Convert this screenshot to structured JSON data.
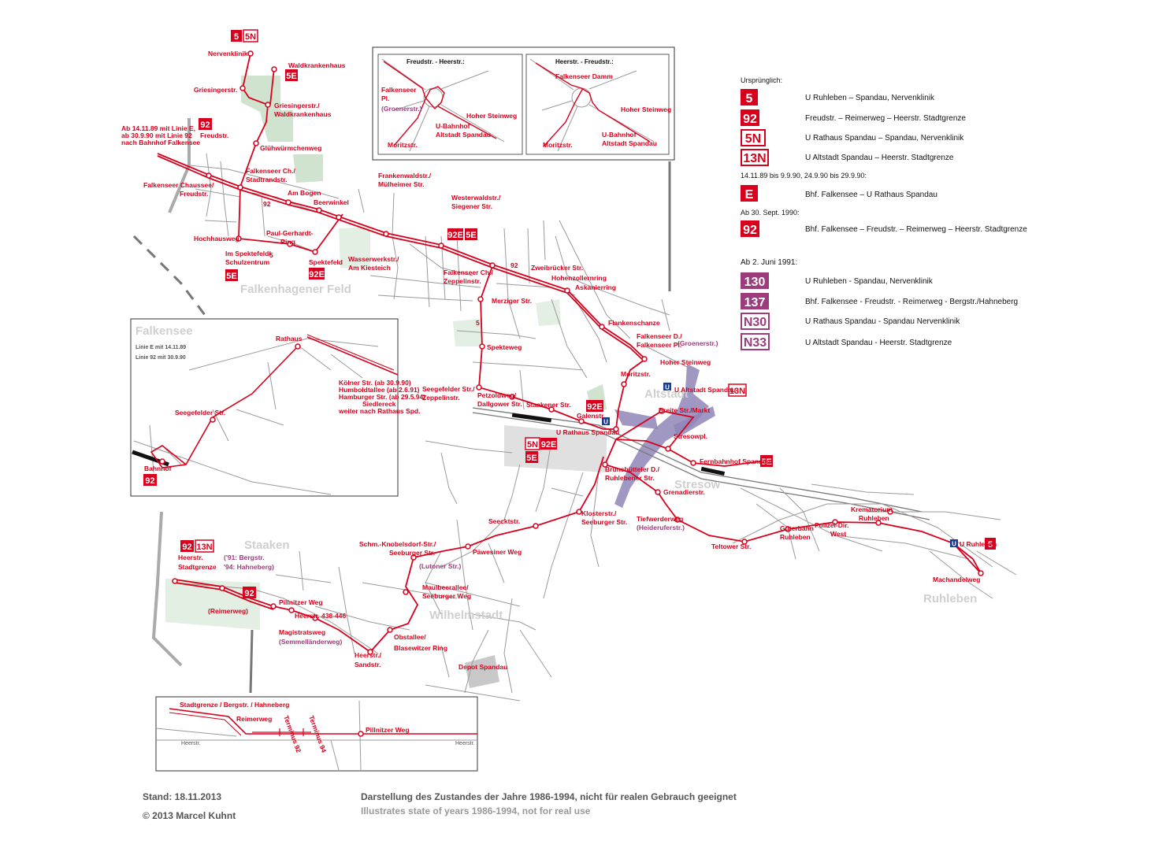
{
  "colors": {
    "route": "#d8001c",
    "purple": "#9c3c7c",
    "street": "#9a9a9a",
    "park": "#cfe3cf",
    "water": "#8f86b8",
    "district": "#cfcfcf"
  },
  "districts": [
    "Falkenhagener Feld",
    "Staaken",
    "Wilhelmstadt",
    "Altstadt",
    "Stresow",
    "Ruhleben"
  ],
  "stops": {
    "nervenklinik": "Nervenklinik",
    "waldkrankenhaus": "Waldkrankenhaus",
    "griesingerstr": "Griesingerstr.",
    "griesingerstr_wald_1": "Griesingerstr./",
    "griesingerstr_wald_2": "Waldkrankenhaus",
    "freudstr": "Freudstr.",
    "gluehwuermchenweg": "Glühwürmchenweg",
    "falkenseer_ch_1": "Falkenseer Chaussee/",
    "falkenseer_ch_2": "Freudstr.",
    "falkenseer_stadt_1": "Falkenseer Ch./",
    "falkenseer_stadt_2": "Stadtrandstr.",
    "am_bogen": "Am Bogen",
    "beerwinkel": "Beerwinkel",
    "frankenwald_1": "Frankenwaldstr./",
    "frankenwald_2": "Mülheimer Str.",
    "westerwald_1": "Westerwaldstr./",
    "westerwald_2": "Siegener Str.",
    "hochhausweg": "Hochhausweg",
    "paul_gerhardt_1": "Paul-Gerhardt-",
    "paul_gerhardt_2": "Ring",
    "im_spekte_1": "Im Spektefeld/",
    "im_spekte_2": "Schulzentrum",
    "spektefeld": "Spektefeld",
    "wasserwerk_1": "Wasserwerkstr./",
    "wasserwerk_2": "Am Kiesteich",
    "falkenseer_zepp_1": "Falkenseer Ch./",
    "falkenseer_zepp_2": "Zeppelinstr.",
    "zweibruecker": "Zweibrücker Str.",
    "hohenzollernring": "Hohenzollernring",
    "askanierring": "Askanierring",
    "merziger": "Merziger Str.",
    "flankenschanze": "Flankenschanze",
    "spekteweg": "Spekteweg",
    "falkenseer_pl_1": "Falkenseer D./",
    "falkenseer_pl_2": "Falkenseer Pl.",
    "groenerstr": "(Groenerstr.)",
    "hoher_steinweg": "Hoher Steinweg",
    "moritzstr": "Moritzstr.",
    "u_altstadt": "U Altstadt Spandau",
    "seegefelder_1": "Seegefelder Str./",
    "seegefelder_2": "Zeppelinstr.",
    "petzoldweg_1": "Petzoldweg/",
    "petzoldweg_2": "Dallgower Str.",
    "staakener": "Staakener Str.",
    "galenstr": "Galenstr.",
    "u_rathaus": "U Rathaus Spandau",
    "breite_str": "Breite Str./Markt",
    "stresowpl": "Stresowpl.",
    "fernbahnhof": "Fernbahnhof Spandau",
    "brunsbuetteler_1": "Brunsbütteler D./",
    "brunsbuetteler_2": "Ruhlebener Str.",
    "grenadierstr": "Grenadierstr.",
    "tiefwerder_1": "Tiefwerderweg",
    "tiefwerder_2": "(Heideruferstr.)",
    "teltower": "Teltower Str.",
    "gueterbahn_1": "Güterbahn",
    "gueterbahn_2": "Ruhleben",
    "polizei_1": "Polizei-Dir.",
    "polizei_2": "West",
    "krematorium_1": "Krematorium",
    "krematorium_2": "Ruhleben",
    "u_ruhleben": "U Ruhleben",
    "machandelweg": "Machandelweg",
    "klosterstr_1": "Klosterstr./",
    "klosterstr_2": "Seeburger Str.",
    "seeckt": "Seecktstr.",
    "schm_1": "Schm.-Knobelsdorf-Str./",
    "schm_2": "Seeburger Str.",
    "paewesiner": "Päwesiner Weg",
    "lutoner": "(Lutoner Str.)",
    "maulbeer_1": "Maulbeerallee/",
    "maulbeer_2": "Seeburger Weg",
    "obstallee_1": "Obstallee/",
    "obstallee_2": "Blasewitzer Ring",
    "heerstr_sand_1": "Heerstr./",
    "heerstr_sand_2": "Sandstr.",
    "magistrats_1": "Magistratsweg",
    "magistrats_2": "(Semmelländerweg)",
    "heerstr_438": "Heerstr. 438-446",
    "pillnitzer": "Pillnitzer Weg",
    "reimerweg": "(Reimerweg)",
    "heerstr_stadt_1": "Heerstr.",
    "heerstr_stadt_2": "Stadtgrenze",
    "bergstr_1": "('91: Bergstr.",
    "bergstr_2": "'94: Hahneberg)",
    "depot": "Depot Spandau"
  },
  "note_e92": [
    "Ab 14.11.89 mit Linie E,",
    "ab 30.9.90 mit Linie 92",
    "nach Bahnhof Falkensee"
  ],
  "inset_falkensee": {
    "title": "Falkensee",
    "notes": [
      "Linie E mit 14.11.89",
      "Linie 92 mit 30.9.90"
    ],
    "rathaus": "Rathaus",
    "seegefelder": "Seegefelder Str.",
    "bahnhof": "Bahnhof",
    "badge": "92",
    "right_notes": [
      "Kölner Str. (ab 30.9.90)",
      "Humboldtallee (ab 2.6.91)",
      "Hamburger Str. (ab 29.5.94)",
      "Siedlereck",
      "weiter nach Rathaus Spd."
    ]
  },
  "inset_top": {
    "left_title": "Freudstr. - Heerstr.:",
    "right_title": "Heerstr. - Freudstr.:",
    "falkenseer_pl_1": "Falkenseer",
    "falkenseer_pl_2": "Pl.",
    "groenerstr": "(Groenerstr.)",
    "hoher_steinweg": "Hoher Steinweg",
    "u_bahnhof_1": "U-Bahnhof",
    "u_bahnhof_2": "Altstadt Spandau",
    "moritzstr": "Moritzstr.",
    "falkenseer_damm": "Falkenseer Damm"
  },
  "inset_bottom": {
    "top_label": "Stadtgrenze / Bergstr. / Hahneberg",
    "reimerweg": "Reimerweg",
    "terminus92": "Terminus 92",
    "terminus94": "Terminus 94",
    "pillnitzer": "Pillnitzer Weg",
    "heerstr": "Heerstr."
  },
  "legend": {
    "original_title": "Ursprünglich:",
    "rows_original": [
      {
        "badge": "5",
        "style": "filled",
        "text": "U Ruhleben – Spandau, Nervenklinik"
      },
      {
        "badge": "92",
        "style": "filled",
        "text": "Freudstr. – Reimerweg – Heerstr. Stadtgrenze"
      },
      {
        "badge": "5N",
        "style": "outline",
        "text": "U Rathaus Spandau – Spandau, Nervenklinik"
      },
      {
        "badge": "13N",
        "style": "outline",
        "text": "U Altstadt Spandau – Heerstr. Stadtgrenze"
      }
    ],
    "period_e": "14.11.89 bis 9.9.90, 24.9.90 bis 29.9.90:",
    "row_e": {
      "badge": "E",
      "style": "filled",
      "text": "Bhf. Falkensee – U Rathaus Spandau"
    },
    "period_92": "Ab 30. Sept. 1990:",
    "row_92": {
      "badge": "92",
      "style": "filled",
      "text": "Bhf. Falkensee – Freudstr. – Reimerweg – Heerstr. Stadtgrenze"
    },
    "period_1991": "Ab 2. Juni 1991:",
    "rows_1991": [
      {
        "badge": "130",
        "style": "purple",
        "text": "U Ruhleben - Spandau, Nervenklinik"
      },
      {
        "badge": "137",
        "style": "purple",
        "text": "Bhf. Falkensee - Freudstr. - Reimerweg - Bergstr./Hahneberg"
      },
      {
        "badge": "N30",
        "style": "purple-outline",
        "text": "U Rathaus Spandau - Spandau Nervenklinik"
      },
      {
        "badge": "N33",
        "style": "purple-outline",
        "text": "U Altstadt Spandau - Heerstr. Stadtgrenze"
      }
    ]
  },
  "footer": {
    "stand": "Stand: 18.11.2013",
    "copyright": "© 2013 Marcel Kuhnt",
    "desc_de": "Darstellung des Zustandes der Jahre 1986-1994, nicht für realen Gebrauch geeignet",
    "desc_en": "Illustrates state of years 1986-1994, not for real use"
  }
}
